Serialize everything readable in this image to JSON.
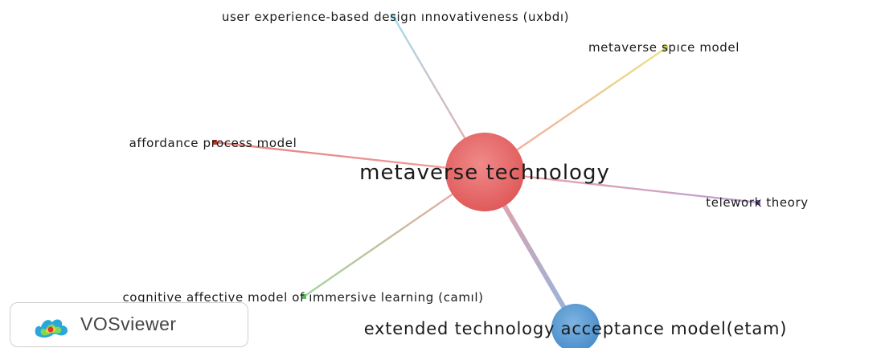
{
  "network": {
    "center": {
      "label": "metaverse technology",
      "color": "#e06666"
    },
    "nodes": [
      {
        "id": "uxbdi",
        "label": "user experience-based design ınnovativeness (uxbdı)",
        "color": "#8fd3e8"
      },
      {
        "id": "spice",
        "label": "metaverse spıce model",
        "color": "#d6d23a"
      },
      {
        "id": "affordance",
        "label": "affordance process model",
        "color": "#c0392b"
      },
      {
        "id": "telework",
        "label": "telework theory",
        "color": "#7b5aa6"
      },
      {
        "id": "camil",
        "label": "cognitive affective model of ımmersive learning (camıl)",
        "color": "#5cb85c"
      },
      {
        "id": "etam",
        "label": "extended technology acceptance model(etam)",
        "color": "#5b9bd5"
      }
    ]
  },
  "logo": {
    "text": "VOSviewer"
  }
}
